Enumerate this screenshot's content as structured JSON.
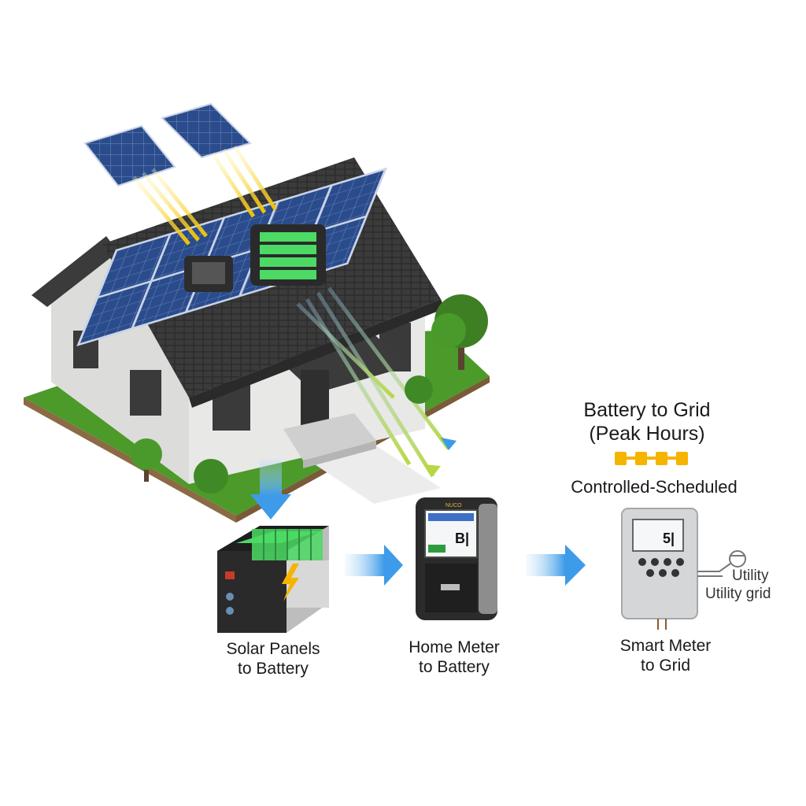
{
  "labels": {
    "solar_to_battery": [
      "Solar Panels",
      "to Battery"
    ],
    "home_meter_to_battery": [
      "Home Meter",
      "to Battery"
    ],
    "smart_meter_to_grid": [
      "Smart Meter",
      "to Grid"
    ],
    "battery_to_grid": [
      "Battery to Grid",
      "(Peak Hours)"
    ],
    "controlled_scheduled": "Controlled-Scheduled",
    "utility": "Utility",
    "utility_grid": "Utility grid"
  },
  "devices": {
    "home_meter_display": "B|",
    "smart_meter_display": "5|",
    "home_meter_brand": "NUCO"
  },
  "colors": {
    "solar_panel": "#2b4c8c",
    "solar_panel_grid": "#9fb6dd",
    "sun_arrow": "#f2c200",
    "flow_arrow": "#3d9be9",
    "battery_cell": "#4cd964",
    "lawn": "#4c9a2a",
    "roof": "#3b3b3b",
    "wall": "#e4e4e2",
    "peak_strip": "#f5b400"
  },
  "icons": [
    "solar-panel-icon",
    "battery-icon",
    "lightning-icon",
    "meter-icon",
    "plug-icon",
    "tree-icon",
    "house-icon",
    "arrow-icon"
  ]
}
